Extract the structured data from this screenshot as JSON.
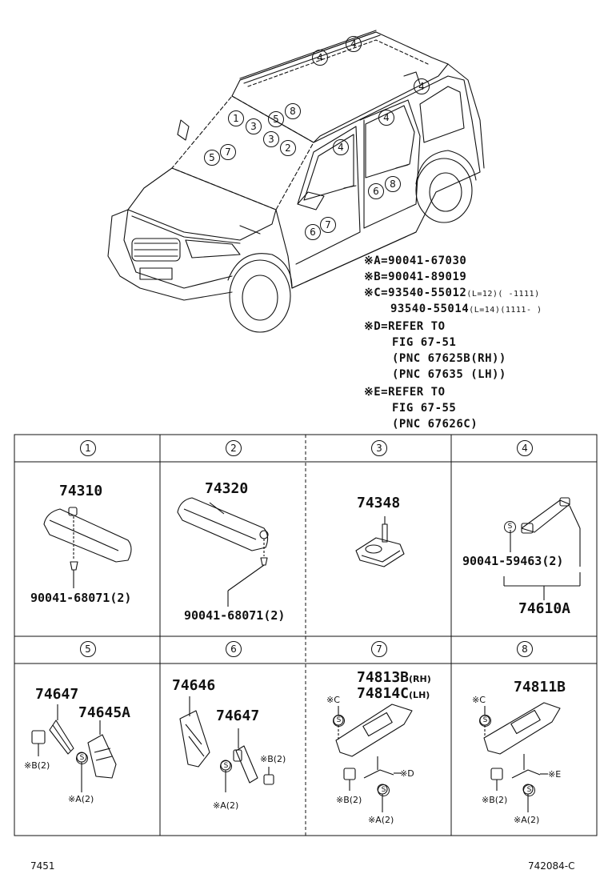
{
  "legend": {
    "a": "※A=90041-67030",
    "b": "※B=90041-89019",
    "c1": "※C=93540-55012",
    "c1_note": "(L=12)(     -1111)",
    "c2": "93540-55014",
    "c2_note": "(L=14)(1111-     )",
    "d1": "※D=REFER TO",
    "d2": "FIG 67-51",
    "d3": "(PNC 67625B(RH))",
    "d4": "(PNC 67635 (LH))",
    "e1": "※E=REFER TO",
    "e2": "FIG 67-55",
    "e3": "(PNC 67626C)"
  },
  "car_callouts": [
    "4",
    "4",
    "4",
    "4",
    "1",
    "3",
    "5",
    "8",
    "3",
    "2",
    "5",
    "7",
    "4",
    "6",
    "8",
    "6",
    "7"
  ],
  "cells": {
    "c1": {
      "header": "1",
      "part": "74310",
      "fastener": "90041-68071(2)"
    },
    "c2": {
      "header": "2",
      "part": "74320",
      "fastener": "90041-68071(2)"
    },
    "c3": {
      "header": "3",
      "part": "74348"
    },
    "c4": {
      "header": "4",
      "fastener": "90041-59463(2)",
      "part": "74610A",
      "s": "S"
    },
    "c5": {
      "header": "5",
      "part_a": "74647",
      "part_b": "74645A",
      "b": "※B(2)",
      "a": "※A(2)",
      "s": "S"
    },
    "c6": {
      "header": "6",
      "part_a": "74646",
      "part_b": "74647",
      "b": "※B(2)",
      "a": "※A(2)",
      "s": "S"
    },
    "c7": {
      "header": "7",
      "part_a": "74813B",
      "part_a_note": "(RH)",
      "part_b": "74814C",
      "part_b_note": "(LH)",
      "c": "※C",
      "d": "※D",
      "b": "※B(2)",
      "a": "※A(2)",
      "s": "S",
      "s2": "S"
    },
    "c8": {
      "header": "8",
      "part": "74811B",
      "c": "※C",
      "e": "※E",
      "b": "※B(2)",
      "a": "※A(2)",
      "s": "S",
      "s2": "S"
    }
  },
  "footer": {
    "left": "7451",
    "right": "742084-C"
  }
}
